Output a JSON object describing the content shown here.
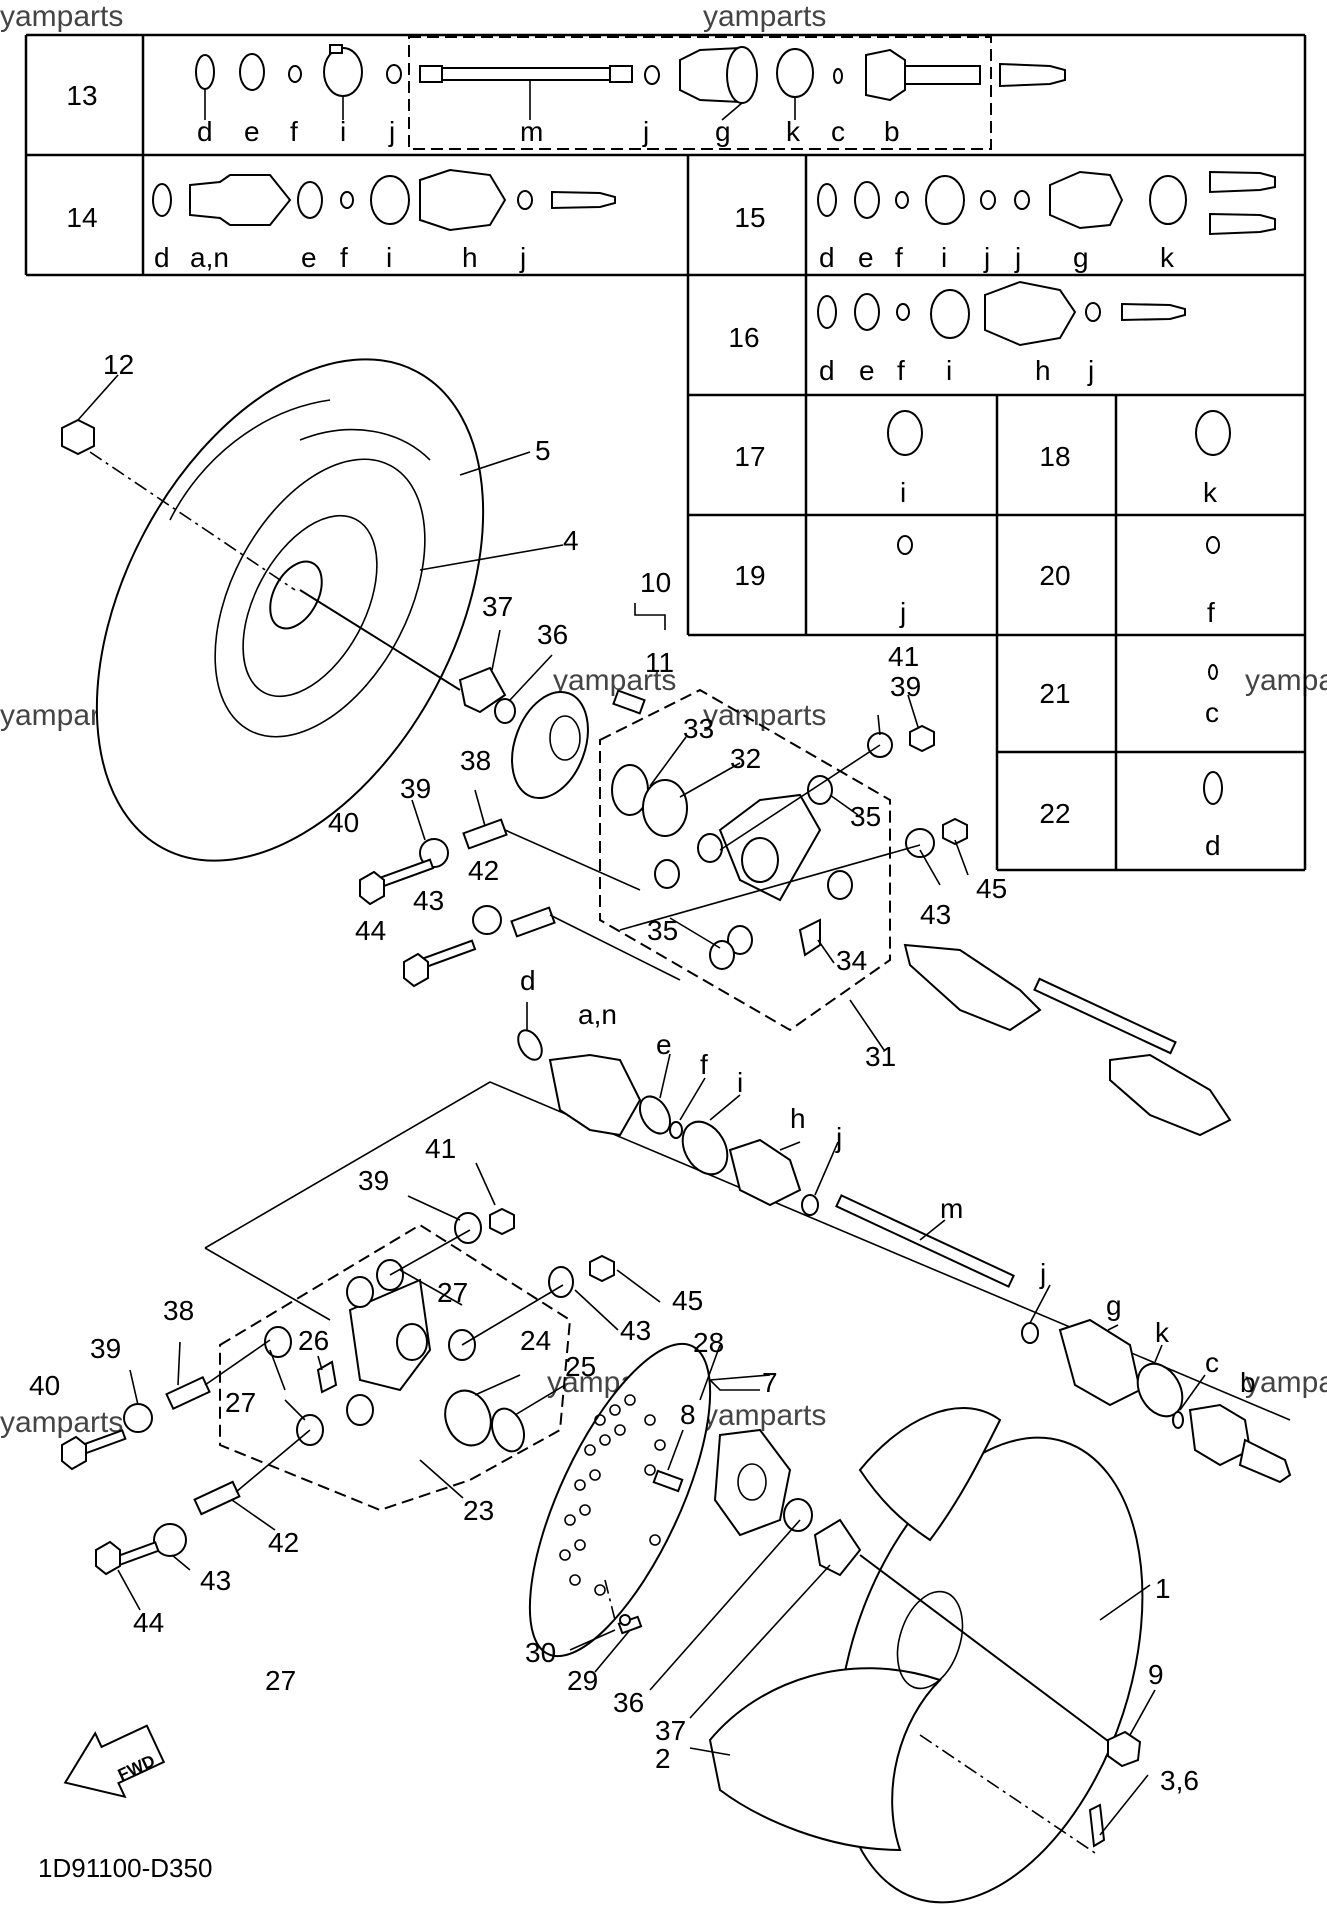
{
  "watermark": "yamparts",
  "diagram_code": "1D91100-D350",
  "fwd_label": "FWD",
  "kit_table": [
    {
      "row": "13",
      "parts": [
        "d",
        "e",
        "f",
        "i",
        "j",
        "m",
        "j",
        "g",
        "k",
        "c",
        "b"
      ]
    },
    {
      "row": "14",
      "parts": [
        "d",
        "a,n",
        "e",
        "f",
        "i",
        "h",
        "j"
      ]
    },
    {
      "row": "15",
      "parts": [
        "d",
        "e",
        "f",
        "i",
        "j",
        "j",
        "g",
        "k"
      ]
    },
    {
      "row": "16",
      "parts": [
        "d",
        "e",
        "f",
        "i",
        "h",
        "j"
      ]
    },
    {
      "row": "17",
      "parts": [
        "i"
      ]
    },
    {
      "row": "18",
      "parts": [
        "k"
      ]
    },
    {
      "row": "19",
      "parts": [
        "j"
      ]
    },
    {
      "row": "20",
      "parts": [
        "f"
      ]
    },
    {
      "row": "21",
      "parts": [
        "c"
      ]
    },
    {
      "row": "22",
      "parts": [
        "d"
      ]
    }
  ],
  "callouts": {
    "n1": "1",
    "n2": "2",
    "n36b": "3,6",
    "n4": "4",
    "n5": "5",
    "n7": "7",
    "n8": "8",
    "n9": "9",
    "n10": "10",
    "n11": "11",
    "n12": "12",
    "n23": "23",
    "n24": "24",
    "n25": "25",
    "n26": "26",
    "n27a": "27",
    "n27b": "27",
    "n27c": "27",
    "n28": "28",
    "n29": "29",
    "n30": "30",
    "n31": "31",
    "n32": "32",
    "n33": "33",
    "n34": "34",
    "n35a": "35",
    "n35b": "35",
    "n36a": "36",
    "n36c": "36",
    "n37a": "37",
    "n37b": "37",
    "n38a": "38",
    "n38b": "38",
    "n39a": "39",
    "n39b": "39",
    "n39c": "39",
    "n39d": "39",
    "n40a": "40",
    "n40b": "40",
    "n41a": "41",
    "n41b": "41",
    "n42a": "42",
    "n42b": "42",
    "n43a": "43",
    "n43b": "43",
    "n43c": "43",
    "n43d": "43",
    "n44a": "44",
    "n44b": "44",
    "n45a": "45",
    "n45b": "45",
    "ld": "d",
    "lan": "a,n",
    "le": "e",
    "lf": "f",
    "li": "i",
    "lh": "h",
    "lj": "j",
    "lm": "m",
    "lj2": "j",
    "lg": "g",
    "lk": "k",
    "lc": "c",
    "lb": "b"
  }
}
